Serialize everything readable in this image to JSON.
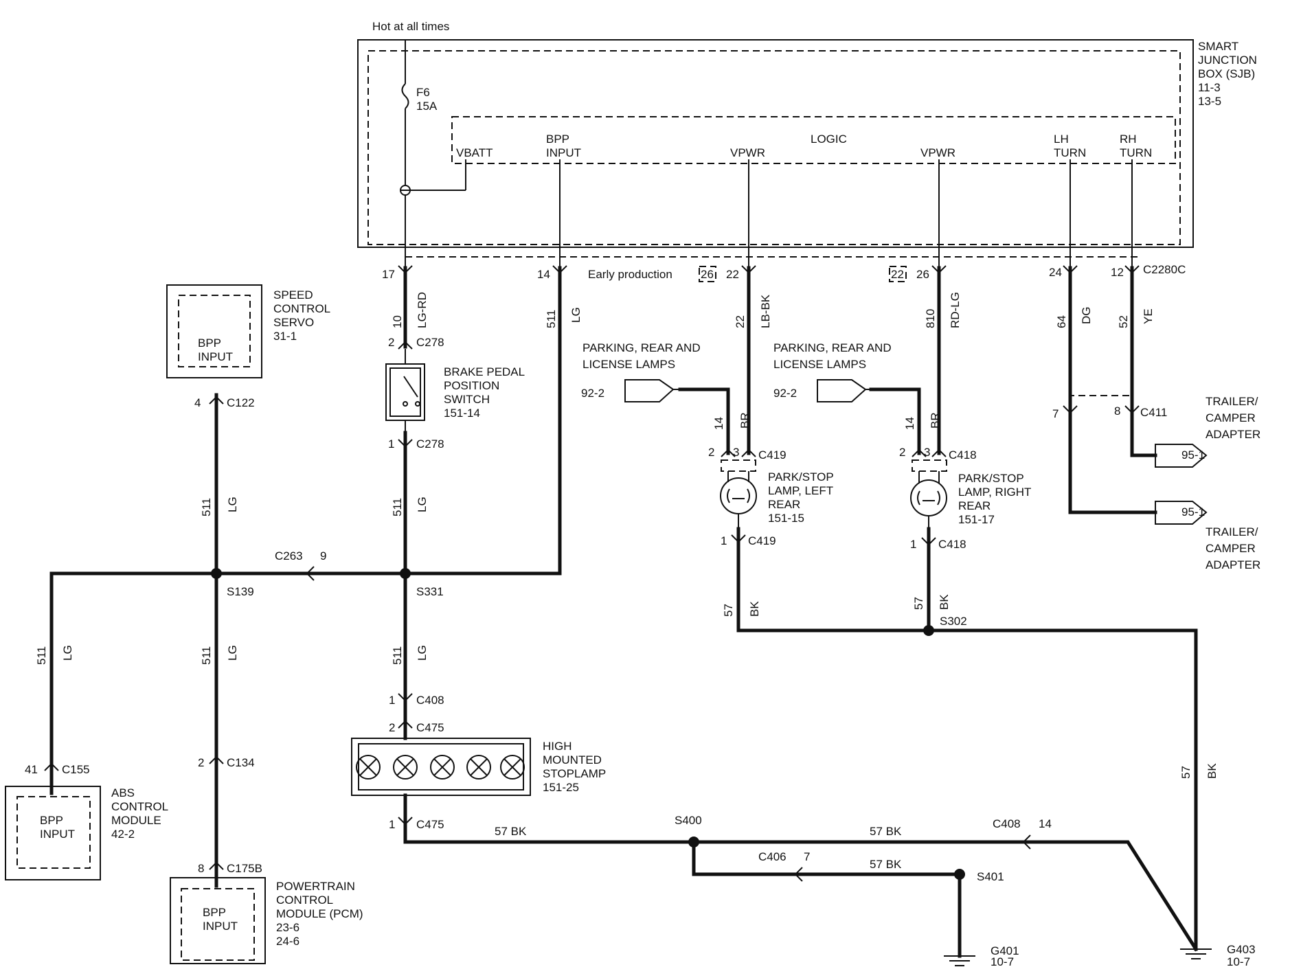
{
  "header": {
    "hot": "Hot at all times"
  },
  "sjb": {
    "name": [
      "SMART",
      "JUNCTION",
      "BOX (SJB)",
      "11-3",
      "13-5"
    ],
    "fuse": [
      "F6",
      "15A"
    ],
    "logic": "LOGIC",
    "vbatt": "VBATT",
    "bpp": [
      "BPP",
      "INPUT"
    ],
    "vpwr1": "VPWR",
    "vpwr2": "VPWR",
    "lh": [
      "LH",
      "TURN"
    ],
    "rh": [
      "RH",
      "TURN"
    ]
  },
  "pins": {
    "p17": "17",
    "p14": "14",
    "early": "Early production",
    "p26a": "26",
    "p22a": "22",
    "p22b": "22",
    "p26b": "26",
    "p24": "24",
    "p12": "12",
    "c2280c": "C2280C"
  },
  "wires": {
    "w10": "10",
    "lgrd": "LG-RD",
    "w511a": "511",
    "lga": "LG",
    "w22": "22",
    "lbbk": "LB-BK",
    "w810": "810",
    "rdlg": "RD-LG",
    "w64": "64",
    "dg": "DG",
    "w52": "52",
    "ye": "YE",
    "w511b": "511",
    "lgb": "LG",
    "w511c": "511",
    "lgc": "LG",
    "w511d": "511",
    "lgd": "LG",
    "w511e": "511",
    "lge": "LG",
    "w511f": "511",
    "lgf": "LG",
    "w14a": "14",
    "bra": "BR",
    "w14b": "14",
    "brb": "BR",
    "w57a": "57",
    "bka": "BK",
    "w57b": "57",
    "bkb": "BK",
    "w57c": "57",
    "bkc": "BK",
    "h57a": "57 BK",
    "h57b": "57 BK",
    "h57c": "57 BK"
  },
  "connectors": {
    "c278a_pin": "2",
    "c278a": "C278",
    "c278b_pin": "1",
    "c278b": "C278",
    "c122_pin": "4",
    "c122": "C122",
    "c263": "C263",
    "c263_pin": "9",
    "c419a_p2": "2",
    "c419a_p3": "3",
    "c419a": "C419",
    "c419b_pin": "1",
    "c419b": "C419",
    "c418a_p2": "2",
    "c418a_p3": "3",
    "c418a": "C418",
    "c418b_pin": "1",
    "c418b": "C418",
    "c411_p7": "7",
    "c411_p8": "8",
    "c411": "C411",
    "c408a_pin": "1",
    "c408a": "C408",
    "c475a_pin": "2",
    "c475a": "C475",
    "c475b_pin": "1",
    "c475b": "C475",
    "c155_pin": "41",
    "c155": "C155",
    "c134_pin": "2",
    "c134": "C134",
    "c175b_pin": "8",
    "c175b": "C175B",
    "c408b": "C408",
    "c408b_pin": "14",
    "c406": "C406",
    "c406_pin": "7"
  },
  "splices": {
    "s139": "S139",
    "s331": "S331",
    "s302": "S302",
    "s400": "S400",
    "s401": "S401"
  },
  "grounds": {
    "g401": "G401",
    "g401_ref": "10-7",
    "g403": "G403",
    "g403_ref": "10-7"
  },
  "components": {
    "speed_control": [
      "SPEED",
      "CONTROL",
      "SERVO",
      "31-1"
    ],
    "speed_bpp": [
      "BPP",
      "INPUT"
    ],
    "brake_switch": [
      "BRAKE PEDAL",
      "POSITION",
      "SWITCH",
      "151-14"
    ],
    "park_left_src": [
      "PARKING, REAR AND",
      "LICENSE LAMPS"
    ],
    "park_left_ref": "92-2",
    "park_right_src": [
      "PARKING, REAR AND",
      "LICENSE LAMPS"
    ],
    "park_right_ref": "92-2",
    "lamp_left": [
      "PARK/STOP",
      "LAMP, LEFT",
      "REAR",
      "151-15"
    ],
    "lamp_right": [
      "PARK/STOP",
      "LAMP, RIGHT",
      "REAR",
      "151-17"
    ],
    "trailer1": [
      "TRAILER/",
      "CAMPER",
      "ADAPTER"
    ],
    "trailer1_ref": "95-1",
    "trailer2": [
      "TRAILER/",
      "CAMPER",
      "ADAPTER"
    ],
    "trailer2_ref": "95-1",
    "hmsl": [
      "HIGH",
      "MOUNTED",
      "STOPLAMP",
      "151-25"
    ],
    "abs": [
      "ABS",
      "CONTROL",
      "MODULE",
      "42-2"
    ],
    "abs_bpp": [
      "BPP",
      "INPUT"
    ],
    "pcm": [
      "POWERTRAIN",
      "CONTROL",
      "MODULE (PCM)",
      "23-6",
      "24-6"
    ],
    "pcm_bpp": [
      "BPP",
      "INPUT"
    ]
  }
}
